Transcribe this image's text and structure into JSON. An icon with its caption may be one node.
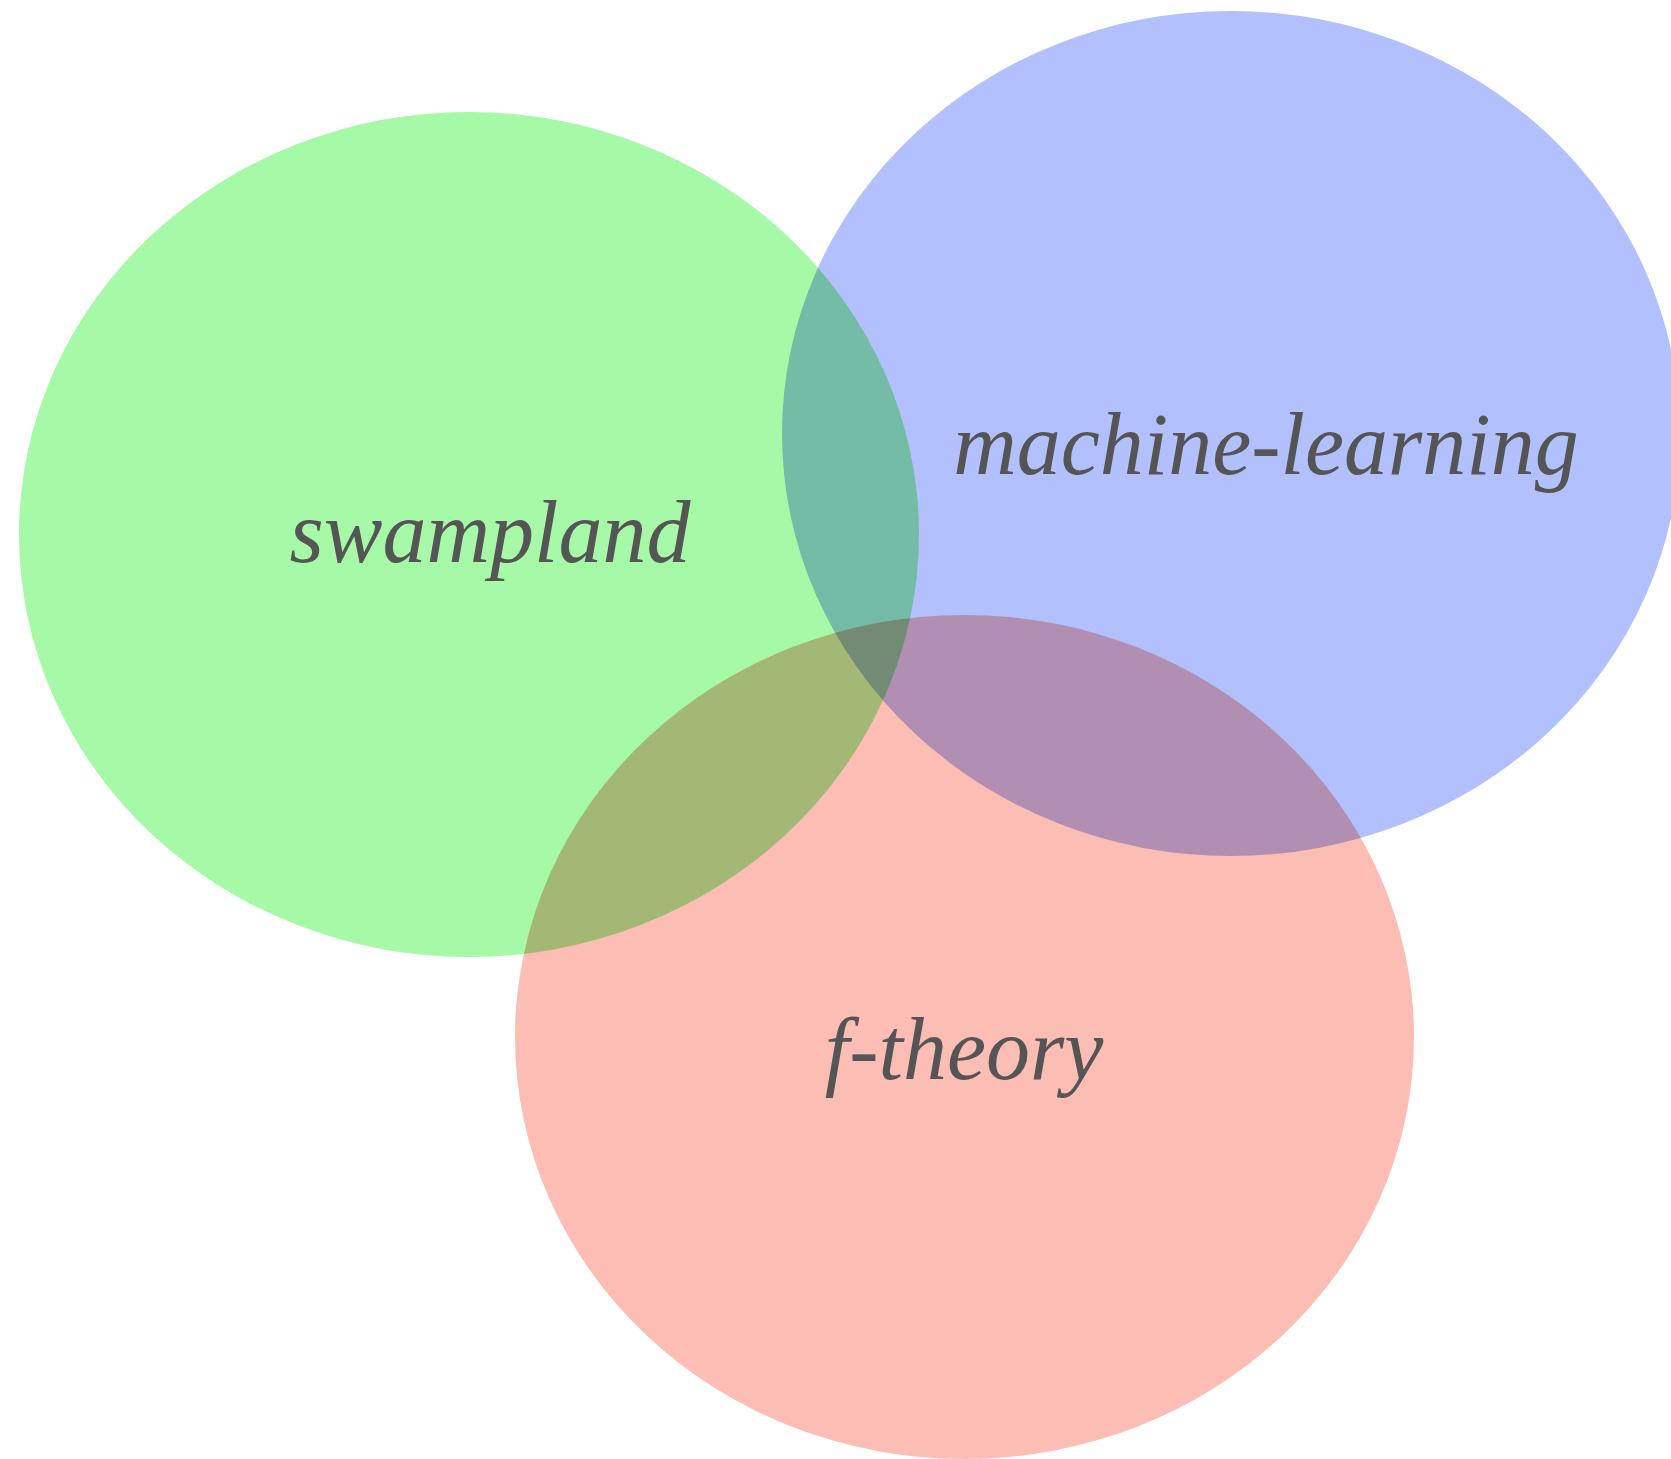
{
  "diagram": {
    "nodes": [
      {
        "text": [
          "swampland"
        ]
      },
      {
        "text": [
          "machine-learning"
        ]
      },
      {
        "text": [
          "f-theory"
        ]
      }
    ]
  }
}
